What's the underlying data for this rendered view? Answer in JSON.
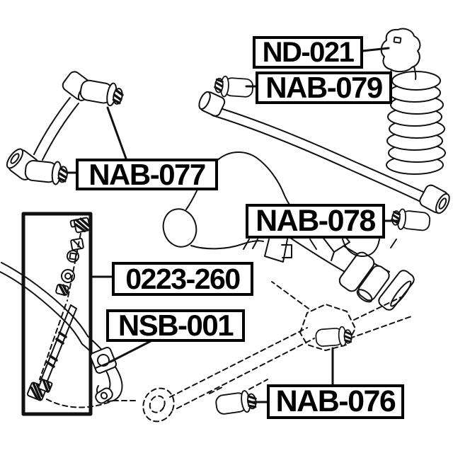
{
  "diagram": {
    "background_color": "#ffffff",
    "line_color": "#111111",
    "labels": [
      {
        "part_number": "ND-021"
      },
      {
        "part_number": "NAB-079"
      },
      {
        "part_number": "NAB-077"
      },
      {
        "part_number": "NAB-078"
      },
      {
        "part_number": "0223-260"
      },
      {
        "part_number": "NSB-001"
      },
      {
        "part_number": "NAB-076"
      }
    ]
  }
}
